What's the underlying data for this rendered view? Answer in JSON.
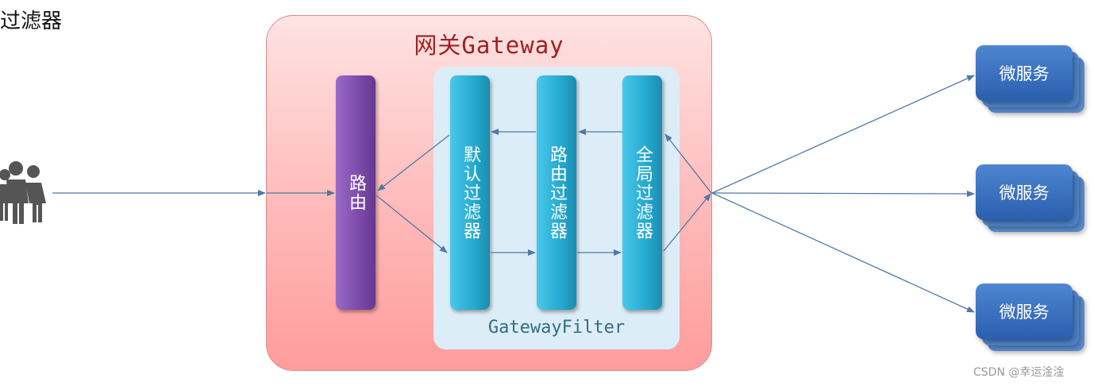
{
  "heading": "过滤器",
  "gateway": {
    "title": "网关Gateway"
  },
  "router": {
    "label": "路由"
  },
  "filter_panel": {
    "label": "GatewayFilter"
  },
  "filters": [
    {
      "label": "默认过滤器"
    },
    {
      "label": "路由过滤器"
    },
    {
      "label": "全局过滤器"
    }
  ],
  "services": [
    {
      "label": "微服务"
    },
    {
      "label": "微服务"
    },
    {
      "label": "微服务"
    }
  ],
  "watermark": "CSDN @幸运淦淦",
  "colors": {
    "gateway_title": "#a01f1f",
    "router": "#7b4aa9",
    "filter": "#26a9cf",
    "service": "#2a5fad",
    "arrow": "#4f78a8"
  },
  "icons": {
    "users": "users-group-icon"
  }
}
